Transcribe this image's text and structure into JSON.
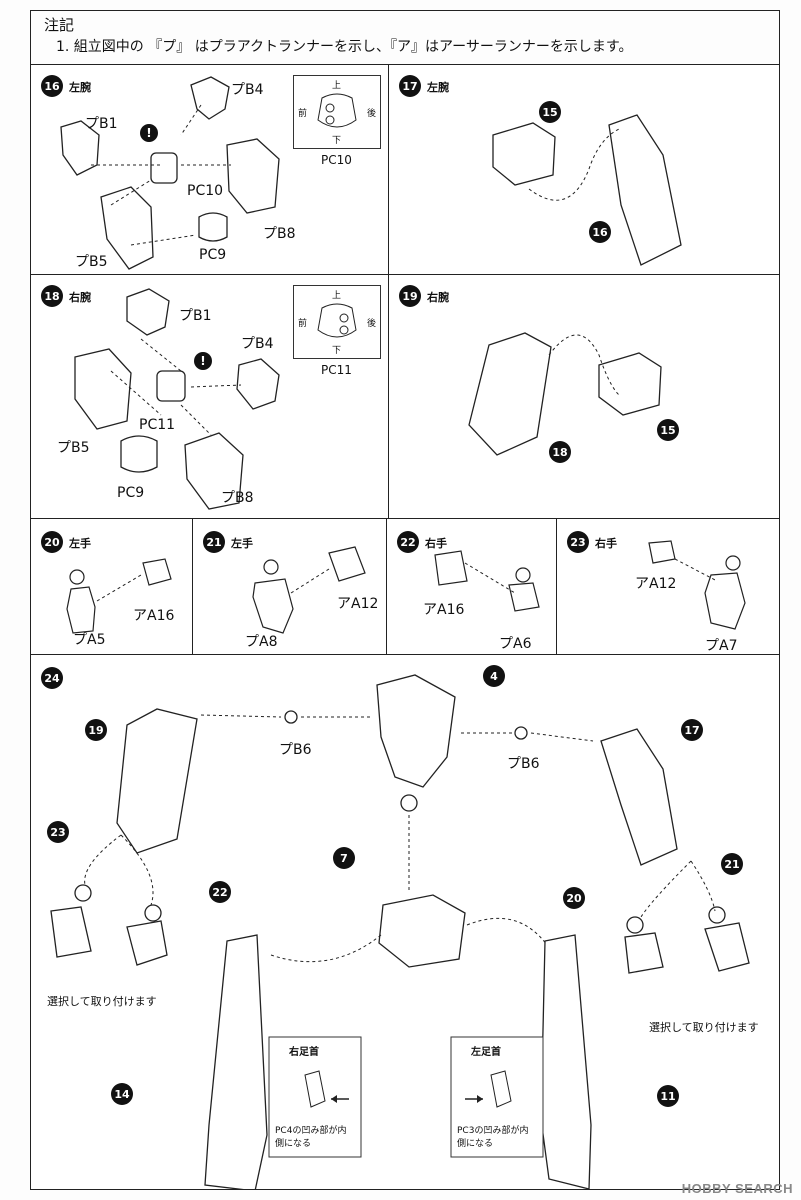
{
  "notes": {
    "title": "注記",
    "line1": "1. 組立図中の 『プ』 はプラアクトランナーを示し、『ア』はアーサーランナーを示します。"
  },
  "steps": {
    "s16": {
      "num": "16",
      "label": "左腕",
      "parts": [
        "プB4",
        "プB1",
        "PC10",
        "プB8",
        "プB5",
        "PC9"
      ],
      "pc_box": {
        "up": "上",
        "down": "下",
        "front": "前",
        "back": "後",
        "caption": "PC10"
      }
    },
    "s17": {
      "num": "17",
      "label": "左腕",
      "refs": [
        "15",
        "16"
      ]
    },
    "s18": {
      "num": "18",
      "label": "右腕",
      "parts": [
        "プB1",
        "プB4",
        "PC11",
        "プB5",
        "PC9",
        "プB8"
      ],
      "pc_box": {
        "up": "上",
        "down": "下",
        "front": "前",
        "back": "後",
        "caption": "PC11"
      }
    },
    "s19": {
      "num": "19",
      "label": "右腕",
      "refs": [
        "18",
        "15"
      ]
    },
    "s20": {
      "num": "20",
      "label": "左手",
      "parts": [
        "アA16",
        "プA5"
      ]
    },
    "s21": {
      "num": "21",
      "label": "左手",
      "parts": [
        "アA12",
        "プA8"
      ]
    },
    "s22": {
      "num": "22",
      "label": "右手",
      "parts": [
        "アA16",
        "プA6"
      ]
    },
    "s23": {
      "num": "23",
      "label": "右手",
      "parts": [
        "アA12",
        "プA7"
      ]
    },
    "s24": {
      "num": "24",
      "refs": [
        "19",
        "4",
        "17",
        "7",
        "23",
        "22",
        "20",
        "21",
        "14",
        "11"
      ],
      "parts": [
        "プB6",
        "プB6"
      ],
      "select_left": "選択して取り付けます",
      "select_right": "選択して取り付けます",
      "right_ankle": {
        "title": "右足首",
        "caption": "PC4の凹み部が内側になる"
      },
      "left_ankle": {
        "title": "左足首",
        "caption": "PC3の凹み部が内側になる"
      }
    }
  },
  "watermark": "HOBBY SEARCH"
}
